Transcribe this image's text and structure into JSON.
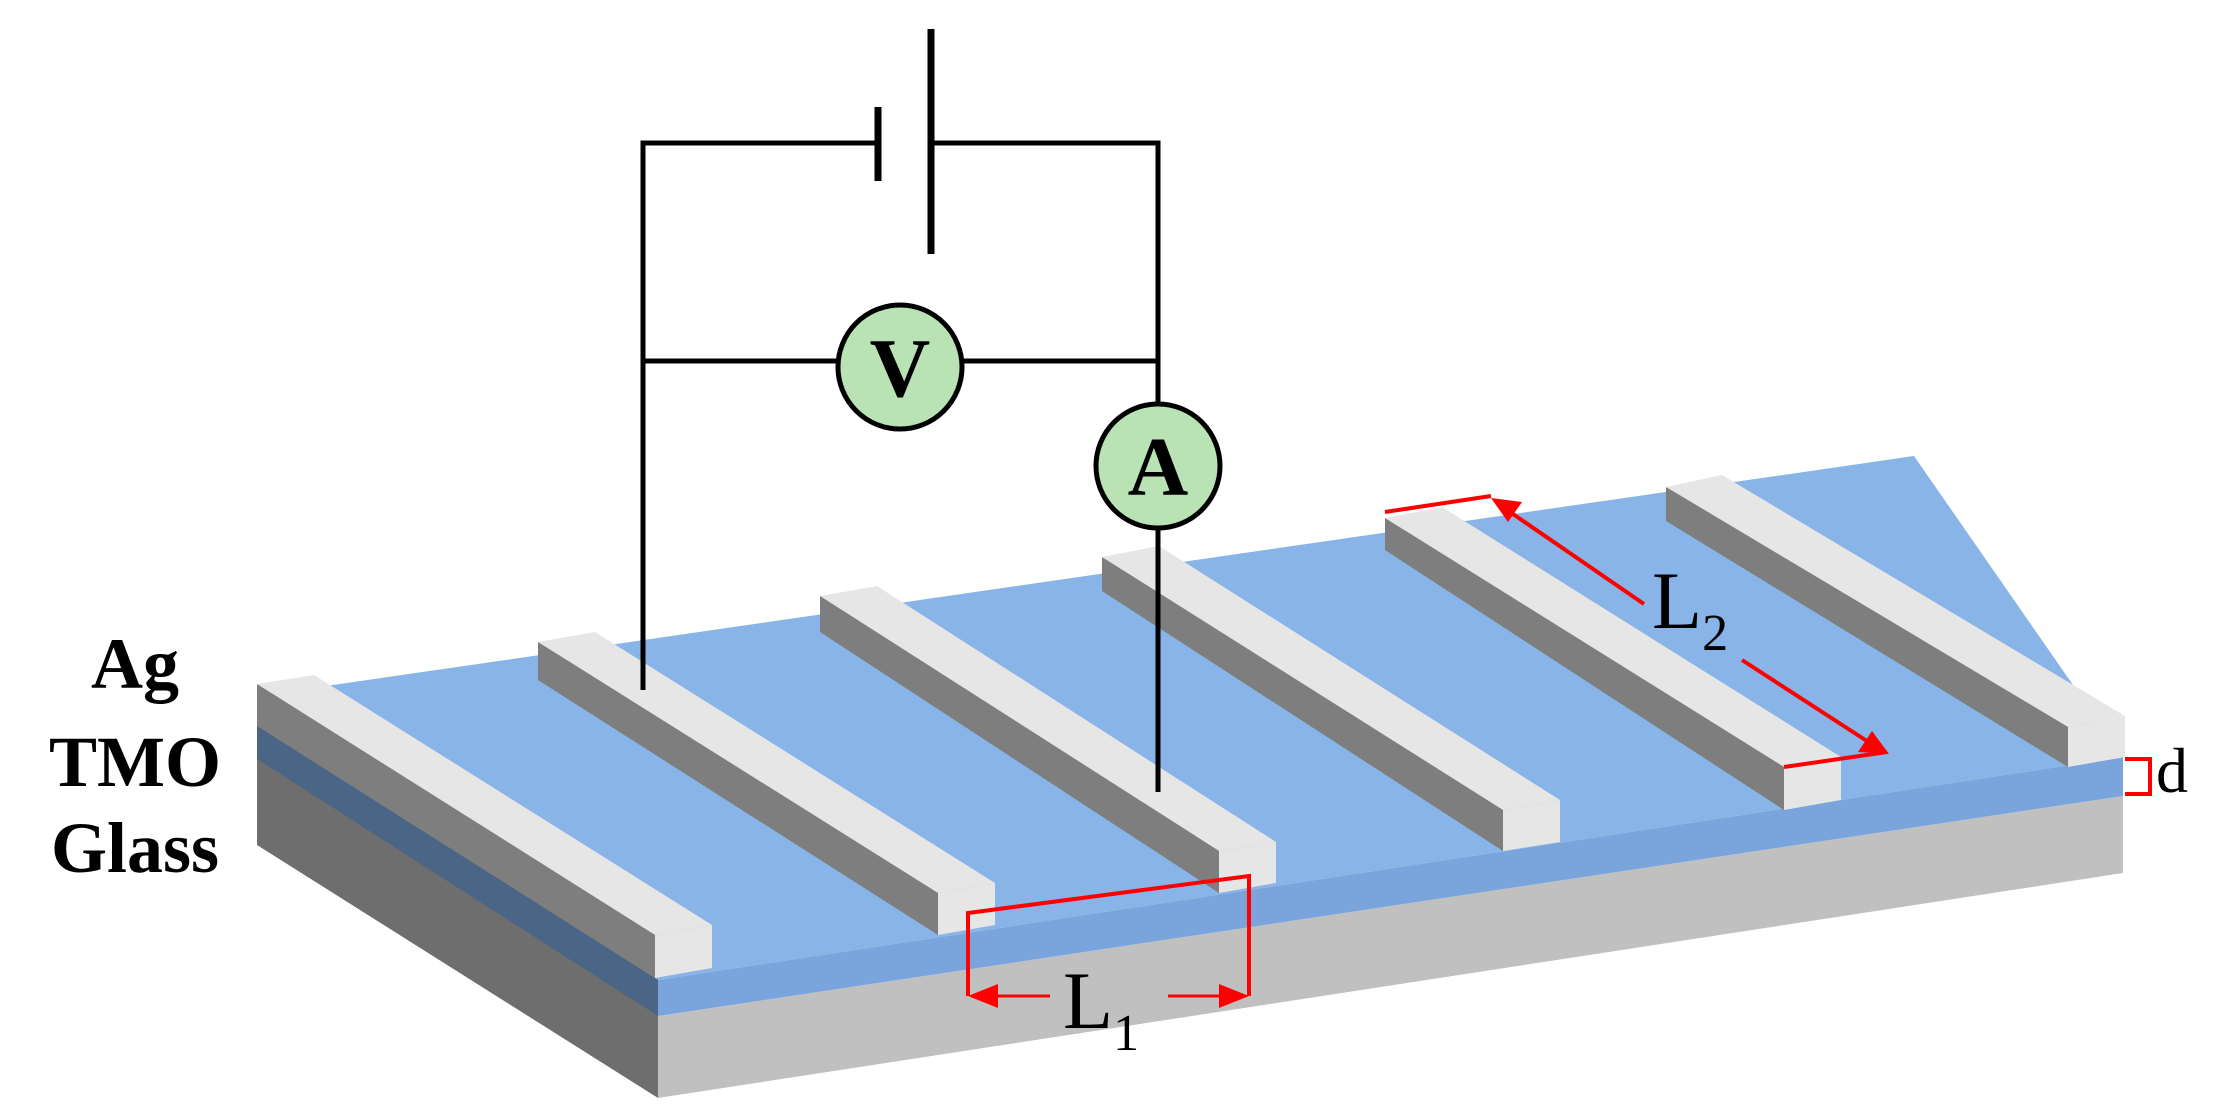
{
  "layers": {
    "top": "Ag",
    "middle": "TMO",
    "bottom": "Glass"
  },
  "meters": {
    "voltmeter": "V",
    "ammeter": "A"
  },
  "dimensions": {
    "l1_letter": "L",
    "l1_sub": "1",
    "l2_letter": "L",
    "l2_sub": "2",
    "thickness": "d"
  },
  "colors": {
    "tmo_top": "#89b4e8",
    "tmo_front": "#7aa5dc",
    "tmo_side": "#4a6585",
    "glass_front": "#c0c0c0",
    "glass_side": "#6e6e6e",
    "electrode_top": "#e6e6e6",
    "electrode_side": "#7e7e7e",
    "meter_fill": "#b9e2b5",
    "dimension_red": "#ff0000",
    "wire": "#000000"
  }
}
